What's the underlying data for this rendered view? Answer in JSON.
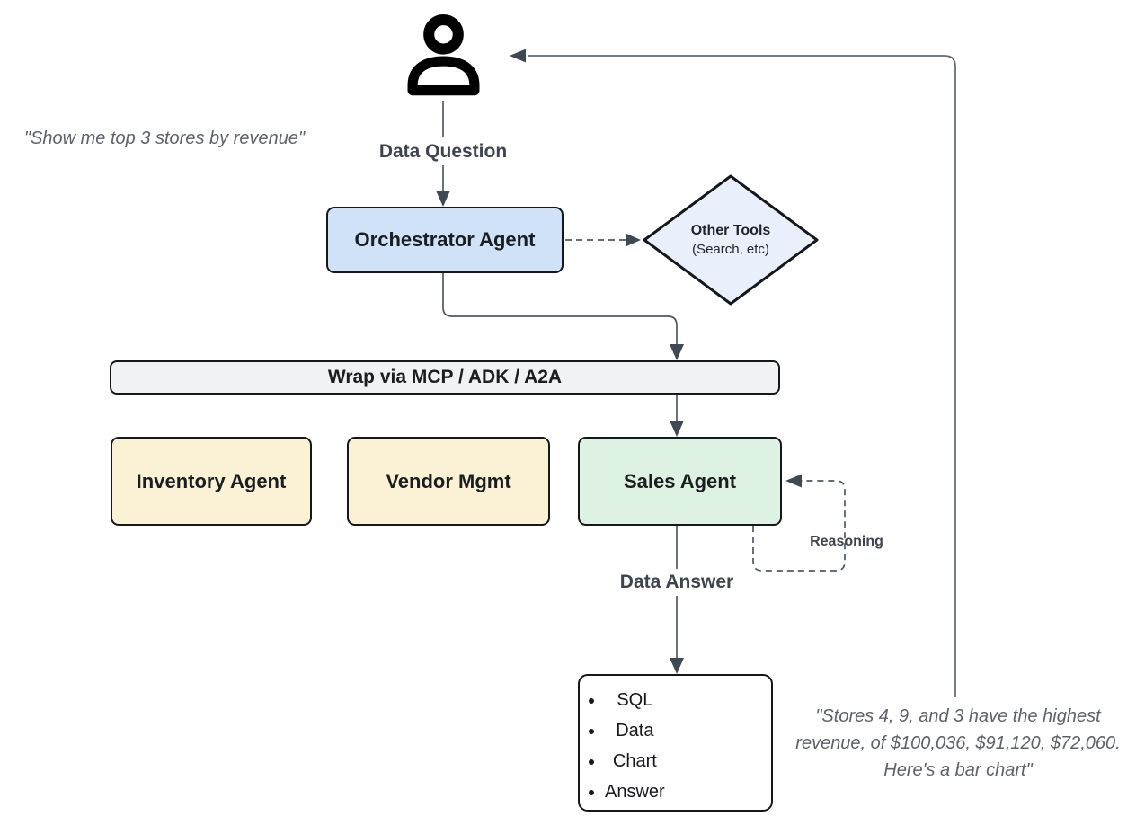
{
  "labels": {
    "data_question": "Data Question",
    "data_answer": "Data Answer",
    "reasoning": "Reasoning"
  },
  "quotes": {
    "left": "\"Show me top 3 stores by revenue\"",
    "right": "\"Stores 4, 9, and 3 have the highest\nrevenue, of $100,036, $91,120, $72,060.\nHere's a bar chart\""
  },
  "nodes": {
    "orchestrator": {
      "label": "Orchestrator Agent"
    },
    "other_tools": {
      "title": "Other Tools",
      "subtitle": "(Search, etc)"
    },
    "wrap_bar": {
      "label": "Wrap via MCP / ADK / A2A"
    },
    "inventory": {
      "label": "Inventory Agent"
    },
    "vendor": {
      "label": "Vendor Mgmt"
    },
    "sales": {
      "label": "Sales Agent"
    },
    "output": {
      "items": [
        "SQL",
        "Data",
        "Chart",
        "Answer"
      ]
    }
  },
  "colors": {
    "orchestrator_fill": "#cfe2f7",
    "other_tools_fill": "#e9f0fc",
    "wrap_bar_fill": "#f1f2f4",
    "agent_yellow_fill": "#fbf2d6",
    "agent_green_fill": "#def2e3",
    "line": "#4f5860",
    "arrowhead": "#3f4953",
    "label_text": "#3e444d",
    "quote_text": "#5d6269",
    "border": "#15181b"
  }
}
